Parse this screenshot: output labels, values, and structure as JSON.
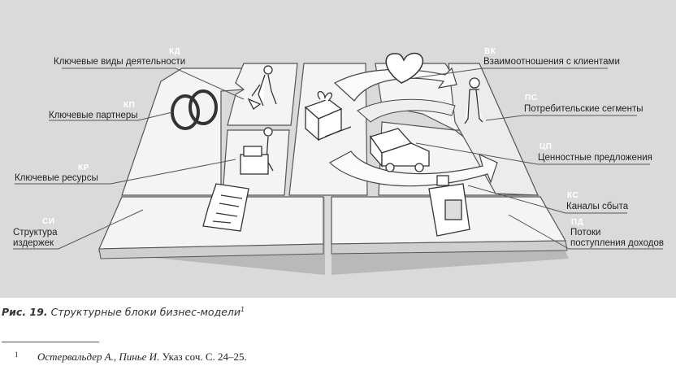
{
  "figure": {
    "blocks": [
      {
        "abbr": "КД",
        "label": "Ключевые виды деятельности"
      },
      {
        "abbr": "КП",
        "label": "Ключевые партнеры"
      },
      {
        "abbr": "КР",
        "label": "Ключевые ресурсы"
      },
      {
        "abbr": "СИ",
        "label_lines": [
          "Структура",
          "издержек"
        ]
      },
      {
        "abbr": "ВК",
        "label": "Взаимоотношения с клиентами"
      },
      {
        "abbr": "ПС",
        "label": "Потребительские сегменты"
      },
      {
        "abbr": "ЦП",
        "label": "Ценностные предложения"
      },
      {
        "abbr": "КС",
        "label": "Каналы сбыта"
      },
      {
        "abbr": "ПД",
        "label_lines": [
          "Потоки",
          "поступления доходов"
        ]
      }
    ]
  },
  "caption": {
    "number": "Рис. 19.",
    "text": "Структурные блоки бизнес-модели",
    "note_ref": "1"
  },
  "footnote": {
    "mark": "1",
    "authors": "Остервальдер А., Пинье И.",
    "text": "Указ соч. С. 24–25."
  }
}
